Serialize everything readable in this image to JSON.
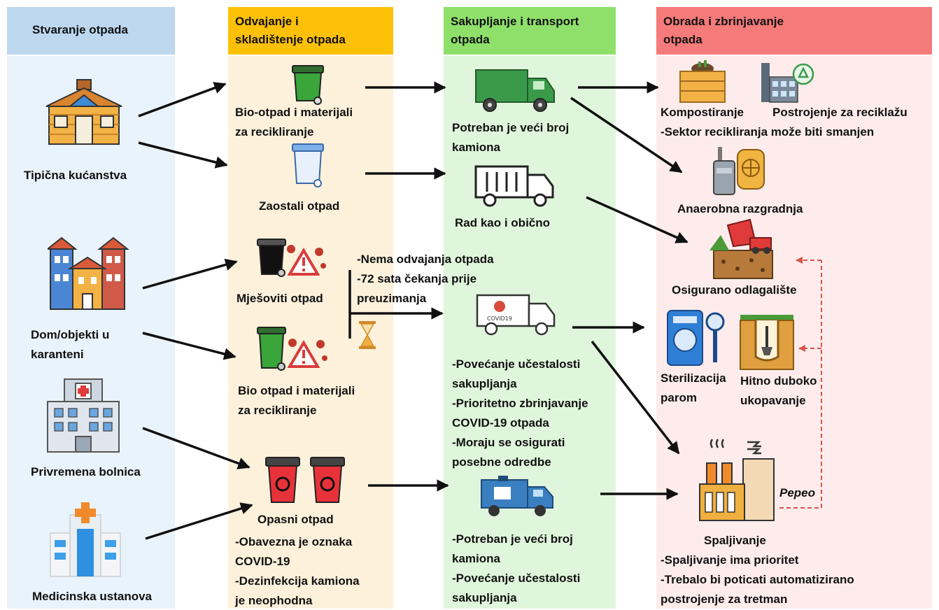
{
  "columns": {
    "generation": {
      "title": "Stvaranje otpada",
      "color": "#bcd7ee",
      "bg": "#e9f3fb"
    },
    "separation": {
      "title": "Odvajanje i skladištenje otpada",
      "title_line1": "Odvajanje i",
      "title_line2": "skladištenje otpada",
      "color": "#fcc107",
      "bg": "#fdf1dc"
    },
    "collection": {
      "title": "Sakupljanje i transport otpada",
      "title_line1": "Sakupljanje i transport",
      "title_line2": "otpada",
      "color": "#8fe06a",
      "bg": "#e0f6dc"
    },
    "treatment": {
      "title": "Obrada i zbrinjavanje otpada",
      "title_line1": "Obrada i zbrinjavanje",
      "title_line2": "otpada",
      "color": "#f57a7a",
      "bg": "#fdeceb"
    }
  },
  "sources": {
    "households": "Tipična kućanstva",
    "quarantine_line1": "Dom/objekti u",
    "quarantine_line2": "karanteni",
    "temp_hospital": "Privremena bolnica",
    "medical": "Medicinska ustanova"
  },
  "storage": {
    "bio_line1": "Bio-otpad i materijali",
    "bio_line2": "za recikliranje",
    "residual": "Zaostali otpad",
    "mixed": "Mješoviti otpad",
    "bio2_line1": "Bio otpad i materijali",
    "bio2_line2": "za recikliranje",
    "hazardous": "Opasni otpad",
    "haz_note1": "-Obavezna je oznaka",
    "haz_note2": "COVID-19",
    "haz_note3": "-Dezinfekcija kamiona",
    "haz_note4": "je neophodna"
  },
  "quarantine_notes": {
    "line1": "-Nema odvajanja otpada",
    "line2": "-72 sata čekanja prije",
    "line3": "preuzimanja"
  },
  "transport": {
    "truck1_line1": "Potreban je veći broj",
    "truck1_line2": "kamiona",
    "truck2": "Rad kao i obično",
    "covid_note1": "-Povećanje učestalosti",
    "covid_note2": "sakupljanja",
    "covid_note3": "-Prioritetno zbrinjavanje",
    "covid_note4": "COVID-19 otpada",
    "covid_note5": "-Moraju se osigurati",
    "covid_note6": "posebne odredbe",
    "truck4_line1": "-Potreban je veći broj",
    "truck4_line2": "kamiona",
    "truck4_line3": "-Povećanje učestalosti",
    "truck4_line4": "sakupljanja"
  },
  "treatment": {
    "composting": "Kompostiranje",
    "recycling_plant": "Postrojenje za reciklažu",
    "recycling_note": "-Sektor recikliranja može biti smanjen",
    "anaerobic": "Anaerobna razgradnja",
    "landfill": "Osigurano odlagalište",
    "steam_line1": "Sterilizacija",
    "steam_line2": "parom",
    "burial_line1": "Hitno duboko",
    "burial_line2": "ukopavanje",
    "ash": "Pepeo",
    "incineration": "Spaljivanje",
    "inc_note1": "-Spaljivanje ima prioritet",
    "inc_note2": "-Trebalo bi poticati automatizirano",
    "inc_note3": "postrojenje za tretman"
  }
}
